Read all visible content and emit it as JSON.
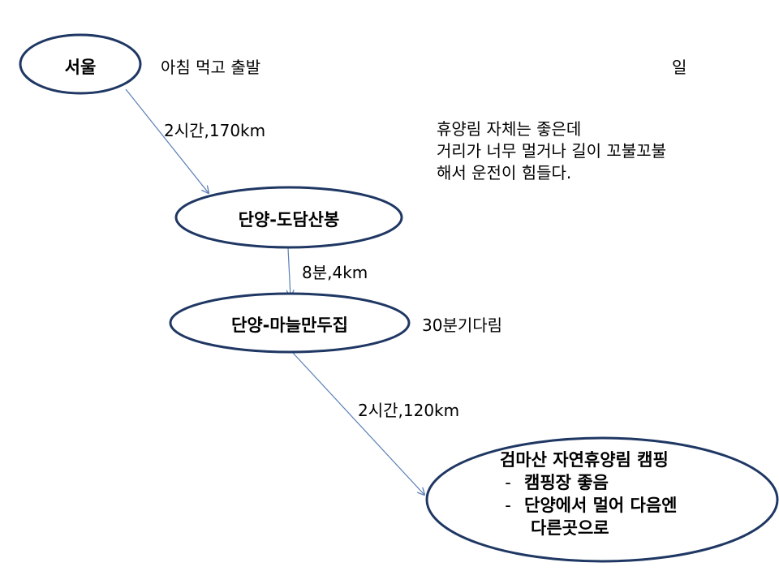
{
  "nodes": {
    "seoul": "서울",
    "dodamsambong": "단양-도담산봉",
    "garlic_bun": "단양-마늘만두집",
    "geommasan": {
      "line1": "검마산 자연휴양림 캠핑",
      "line2_bullet": "-",
      "line2": "캠핑장 좋음",
      "line3_bullet": "-",
      "line3": "단양에서 멀어 다음엔",
      "line4": "다른곳으로"
    }
  },
  "edges": {
    "seoul_to_dodam": "2시간,170km",
    "dodam_to_garlic": "8분,4km",
    "garlic_to_geommasan": "2시간,120km"
  },
  "notes": {
    "breakfast": "아침 먹고 출발",
    "day": "일",
    "wait": "30분기다림",
    "comment": [
      "휴양림 자체는 좋은데",
      "거리가 너무 멀거나 길이 꼬불꼬불",
      "해서 운전이 힘들다."
    ]
  },
  "colors": {
    "ellipse_stroke": "#1f3763",
    "arrow": "#5b7fb6"
  }
}
